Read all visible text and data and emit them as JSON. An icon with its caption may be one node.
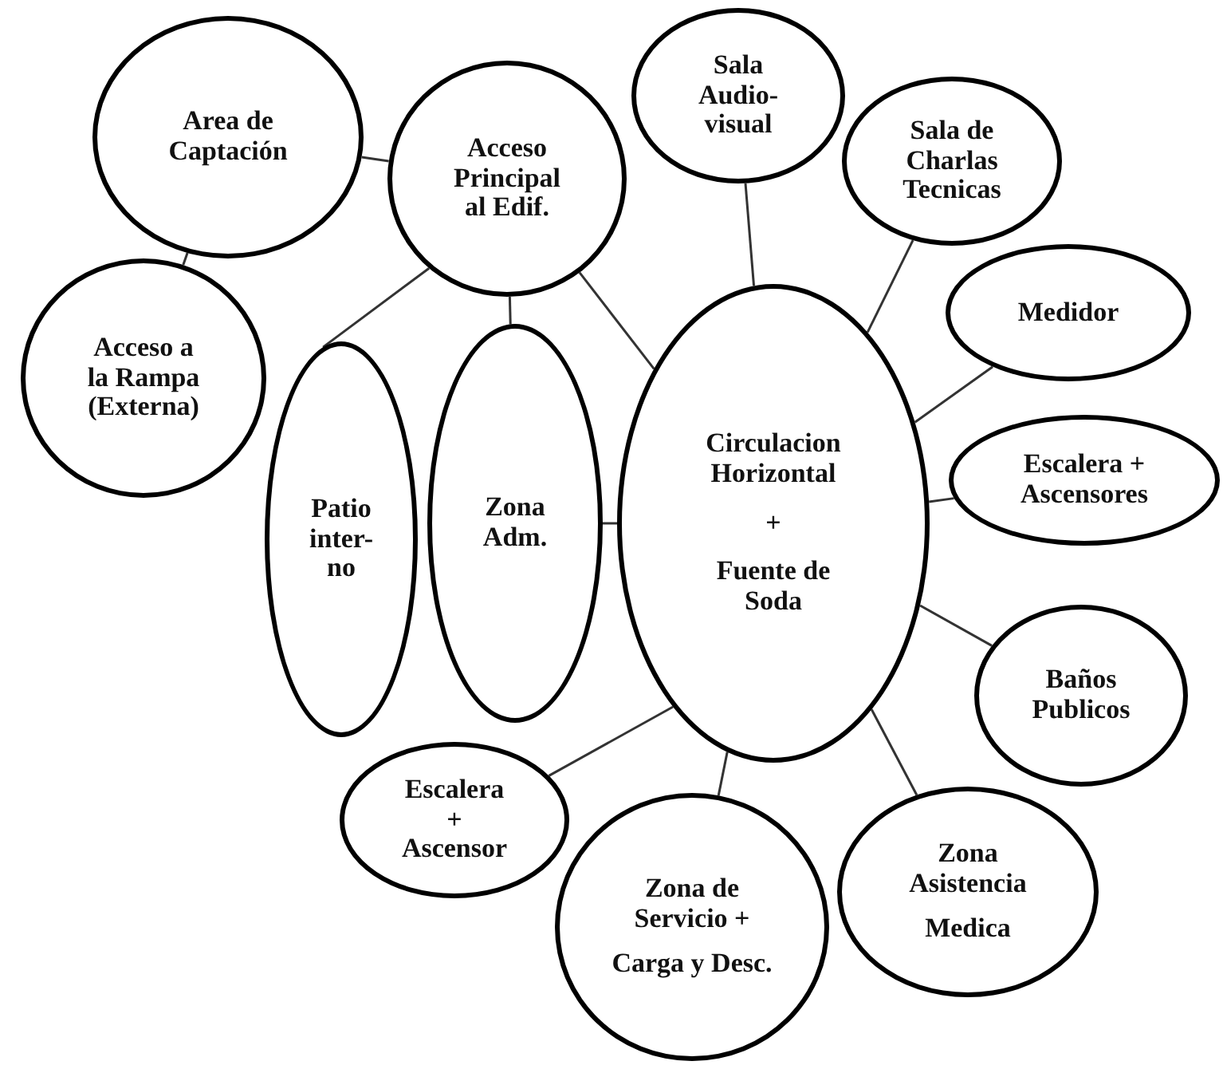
{
  "diagram": {
    "nodes": [
      {
        "text": [
          "Area de Captación"
        ]
      },
      {
        "text": [
          "Acceso Principal al Edif."
        ]
      },
      {
        "text": [
          "Sala Audio- visual"
        ]
      },
      {
        "text": [
          "Sala de Charlas Tecnicas"
        ]
      },
      {
        "text": [
          "Acceso a la Rampa (Externa)"
        ]
      },
      {
        "text": [
          "Medidor"
        ]
      },
      {
        "text": [
          "Patio inter- no"
        ]
      },
      {
        "text": [
          "Zona Adm."
        ]
      },
      {
        "text": [
          "Circulacion Horizontal",
          "+",
          "Fuente de Soda"
        ]
      },
      {
        "text": [
          "Escalera + Ascensores"
        ]
      },
      {
        "text": [
          "Baños Publicos"
        ]
      },
      {
        "text": [
          "Escalera",
          "+",
          "Ascensor"
        ]
      },
      {
        "text": [
          "Zona de Servicio +",
          "Carga y Desc."
        ]
      },
      {
        "text": [
          "Zona Asistencia",
          "Medica"
        ]
      }
    ],
    "edges": [
      {
        "from": 0,
        "to": 1,
        "arrow": "none"
      },
      {
        "from": 0,
        "to": 4,
        "arrow": "none"
      },
      {
        "from": 1,
        "to": 6,
        "arrow": "none"
      },
      {
        "from": 1,
        "to": 7,
        "arrow": "none"
      },
      {
        "from": 1,
        "to": 8,
        "arrow": "none"
      },
      {
        "from": 7,
        "to": 8,
        "arrow": "none"
      },
      {
        "from": 8,
        "to": 2,
        "arrow": "none"
      },
      {
        "from": 8,
        "to": 3,
        "arrow": "none"
      },
      {
        "from": 8,
        "to": 5,
        "arrow": "none"
      },
      {
        "from": 8,
        "to": 9,
        "arrow": "none"
      },
      {
        "from": 8,
        "to": 10,
        "arrow": "none"
      },
      {
        "from": 8,
        "to": 13,
        "arrow": "none"
      },
      {
        "from": 8,
        "to": 12,
        "arrow": "none"
      },
      {
        "from": 8,
        "to": 11,
        "arrow": "none"
      }
    ]
  }
}
